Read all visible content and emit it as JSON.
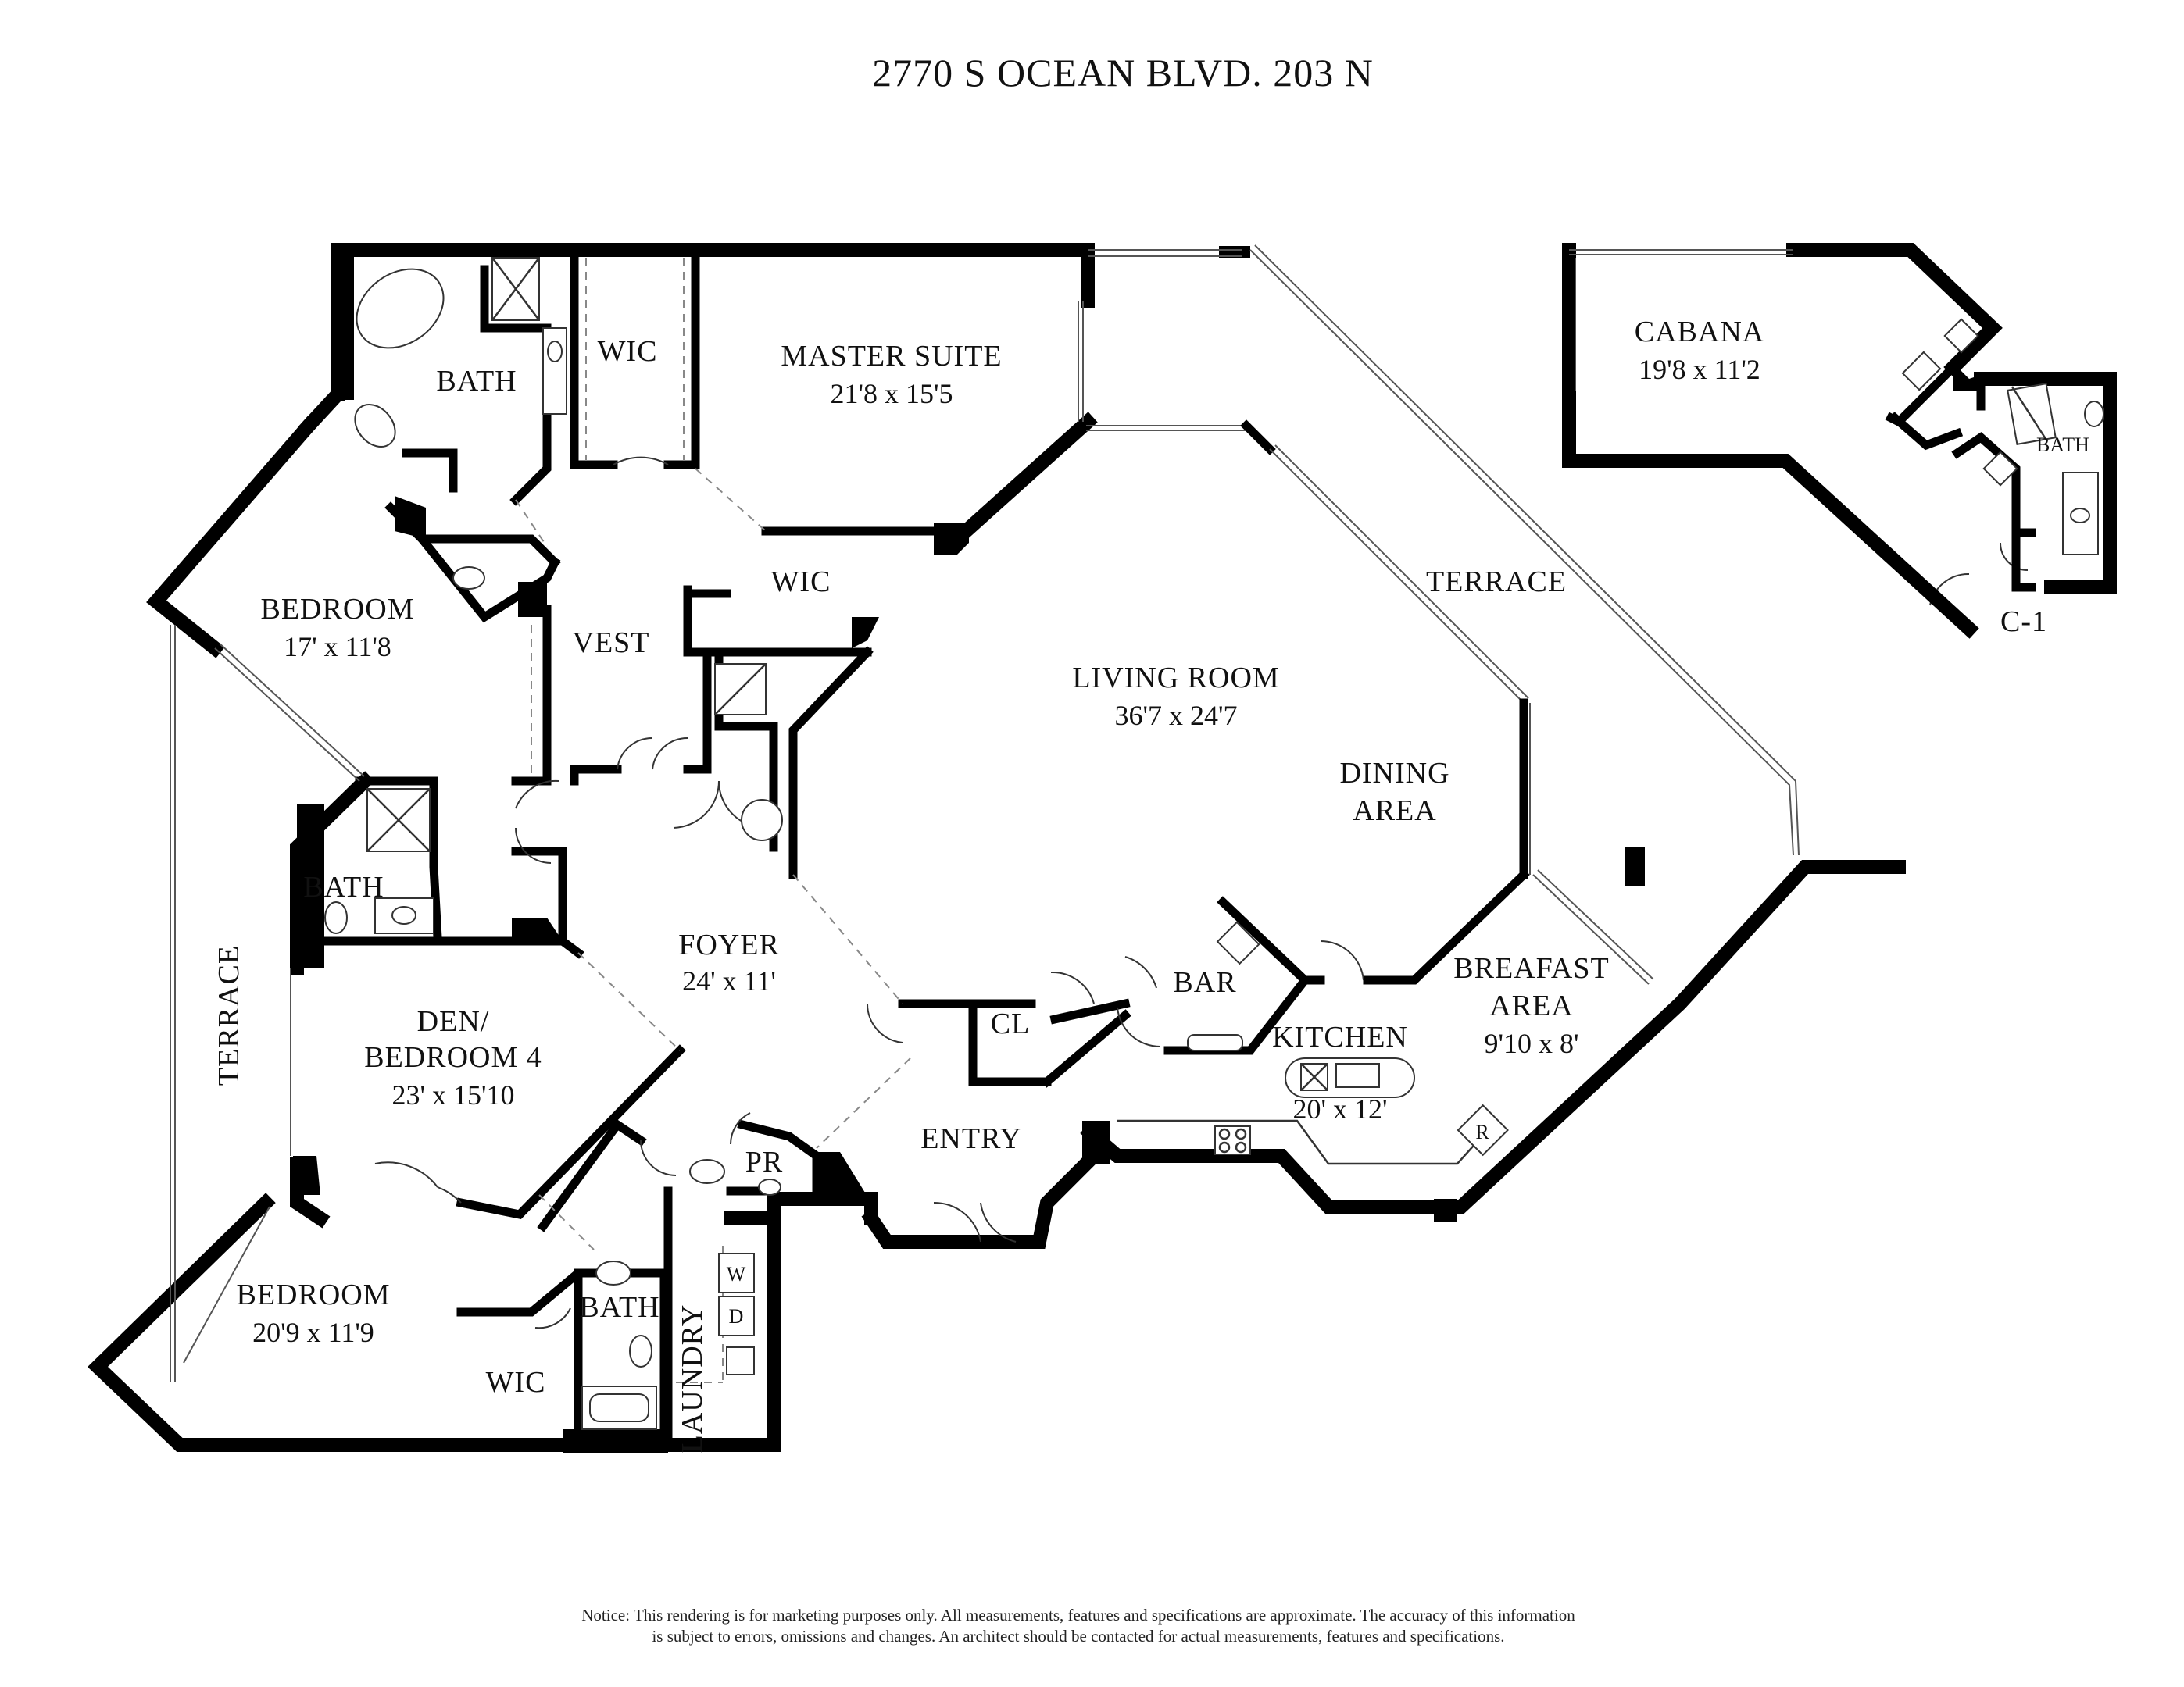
{
  "title": "2770 S OCEAN BLVD.  203 N",
  "rooms": {
    "master_suite": {
      "name": "MASTER SUITE",
      "dim": "21'8 x 15'5"
    },
    "master_bath": {
      "name": "BATH"
    },
    "master_wic": {
      "name": "WIC"
    },
    "wic2": {
      "name": "WIC"
    },
    "vest": {
      "name": "VEST"
    },
    "bedroom1": {
      "name": "BEDROOM",
      "dim": "17' x 11'8"
    },
    "bath2": {
      "name": "BATH"
    },
    "living": {
      "name": "LIVING ROOM",
      "dim": "36'7 x 24'7"
    },
    "dining": {
      "name_line1": "DINING",
      "name_line2": "AREA"
    },
    "terrace_right": {
      "name": "TERRACE"
    },
    "terrace_left": {
      "name": "TERRACE"
    },
    "foyer": {
      "name": "FOYER",
      "dim": "24' x 11'"
    },
    "den": {
      "name_line1": "DEN/",
      "name_line2": "BEDROOM 4",
      "dim": "23' x 15'10"
    },
    "cl": {
      "name": "CL"
    },
    "bar": {
      "name": "BAR"
    },
    "kitchen": {
      "name": "KITCHEN",
      "dim": "20' x 12'"
    },
    "breakfast": {
      "name_line1": "BREAFAST",
      "name_line2": "AREA",
      "dim": "9'10 x 8'"
    },
    "entry": {
      "name": "ENTRY"
    },
    "pr": {
      "name": "PR"
    },
    "laundry": {
      "name": "LAUNDRY",
      "washer": "W",
      "dryer": "D"
    },
    "bath3": {
      "name": "BATH"
    },
    "bedroom3": {
      "name": "BEDROOM",
      "dim": "20'9 x 11'9"
    },
    "wic3": {
      "name": "WIC"
    },
    "refrigerator": {
      "name": "R"
    },
    "cabana": {
      "name": "CABANA",
      "dim": "19'8 x 11'2",
      "bath": "BATH",
      "unit": "C-1"
    }
  },
  "notice": {
    "line1": "Notice: This rendering is for marketing purposes only. All measurements, features and specifications are approximate. The accuracy of this information",
    "line2": "is subject to errors, omissions and changes. An architect should be contacted for actual measurements, features and specifications."
  }
}
